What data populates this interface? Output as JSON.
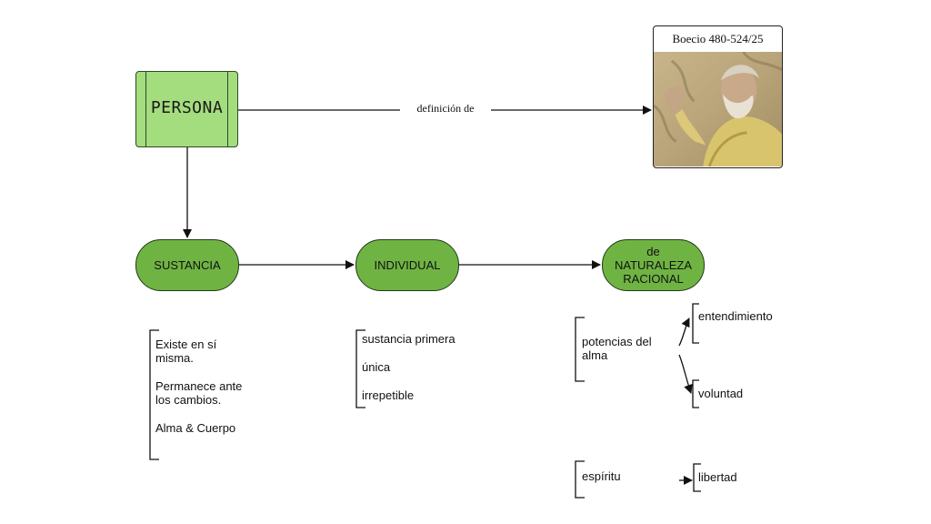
{
  "nodes": {
    "persona": "PERSONA",
    "sustancia": "SUSTANCIA",
    "individual": "INDIVIDUAL",
    "naturaleza": [
      "de",
      "NATURALEZA",
      "RACIONAL"
    ]
  },
  "edge_label": "definición de",
  "card": {
    "title": "Boecio 480-524/25"
  },
  "sustancia_notes": [
    "Existe en sí",
    "misma.",
    "Permanece ante",
    "los cambios.",
    "Alma & Cuerpo"
  ],
  "individual_notes": [
    "sustancia primera",
    "única",
    "irrepetible"
  ],
  "potencias": {
    "label": [
      "potencias del",
      "alma"
    ],
    "items": [
      "entendimiento",
      "voluntad"
    ]
  },
  "espiritu": {
    "label": "espíritu",
    "item": "libertad"
  }
}
